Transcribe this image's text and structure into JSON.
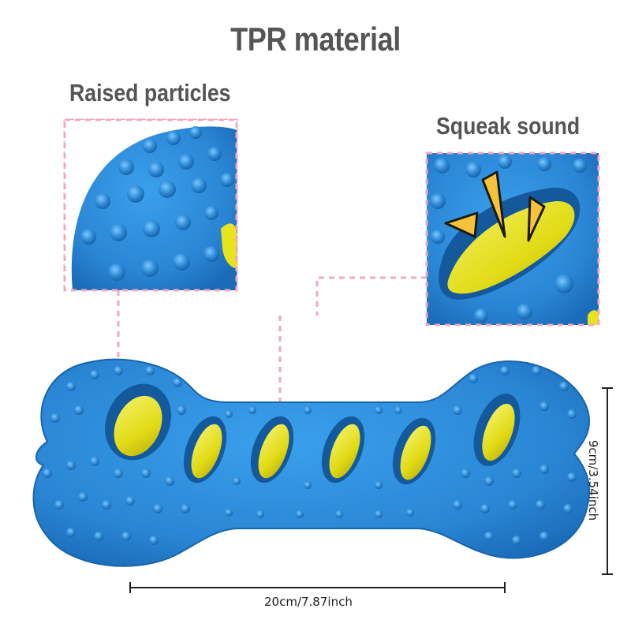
{
  "title": "TPR material",
  "features": {
    "raised_particles": "Raised particles",
    "squeak_sound": "Squeak sound"
  },
  "dimensions": {
    "length": "20cm/7.87inch",
    "height": "9cm/3.54inch"
  },
  "colors": {
    "toy_blue": "#2a8ad6",
    "toy_blue_dark": "#1565ad",
    "insert_yellow": "#e6e21f",
    "guide_pink": "#f2a8c3",
    "text_gray": "#555555"
  }
}
